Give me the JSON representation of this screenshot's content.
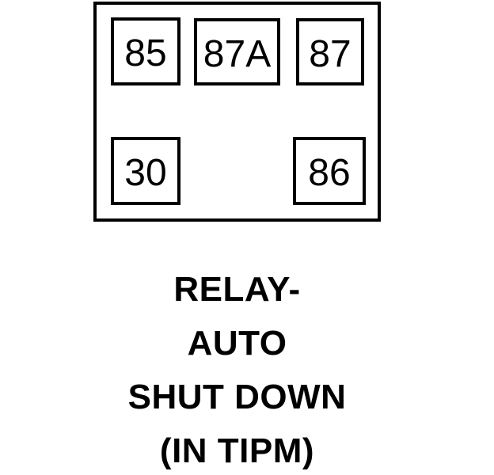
{
  "colors": {
    "background": "#ffffff",
    "line": "#000000",
    "text": "#000000"
  },
  "relay": {
    "pins": [
      {
        "label": "85"
      },
      {
        "label": "87A"
      },
      {
        "label": "87"
      },
      {
        "label": "30"
      },
      {
        "label": "86"
      }
    ]
  },
  "caption": {
    "lines": [
      "RELAY-",
      "AUTO",
      "SHUT DOWN",
      "(IN TIPM)"
    ]
  }
}
